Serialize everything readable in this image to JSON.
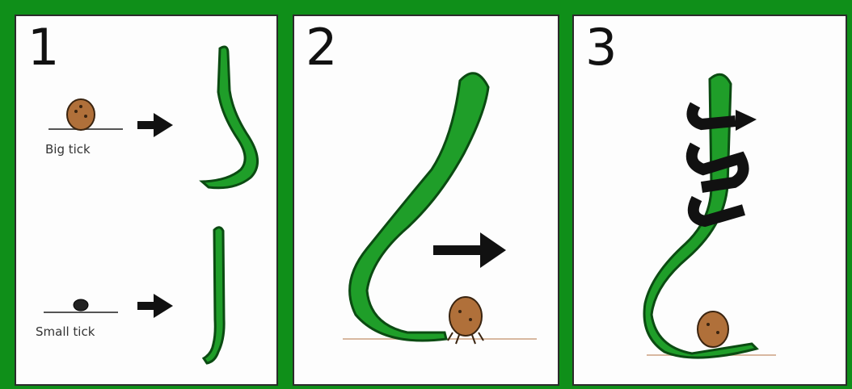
{
  "colors": {
    "border_green": "#0f8f19",
    "tool_green": "#1f9e29",
    "tool_outline": "#0b4b12",
    "tick_brown": "#b0703a",
    "arrow_black": "#111111"
  },
  "panels": [
    {
      "number": "1",
      "items": [
        {
          "label": "Big tick",
          "icon": "big-tick-icon"
        },
        {
          "label": "Small tick",
          "icon": "small-tick-icon"
        }
      ]
    },
    {
      "number": "2"
    },
    {
      "number": "3"
    }
  ]
}
